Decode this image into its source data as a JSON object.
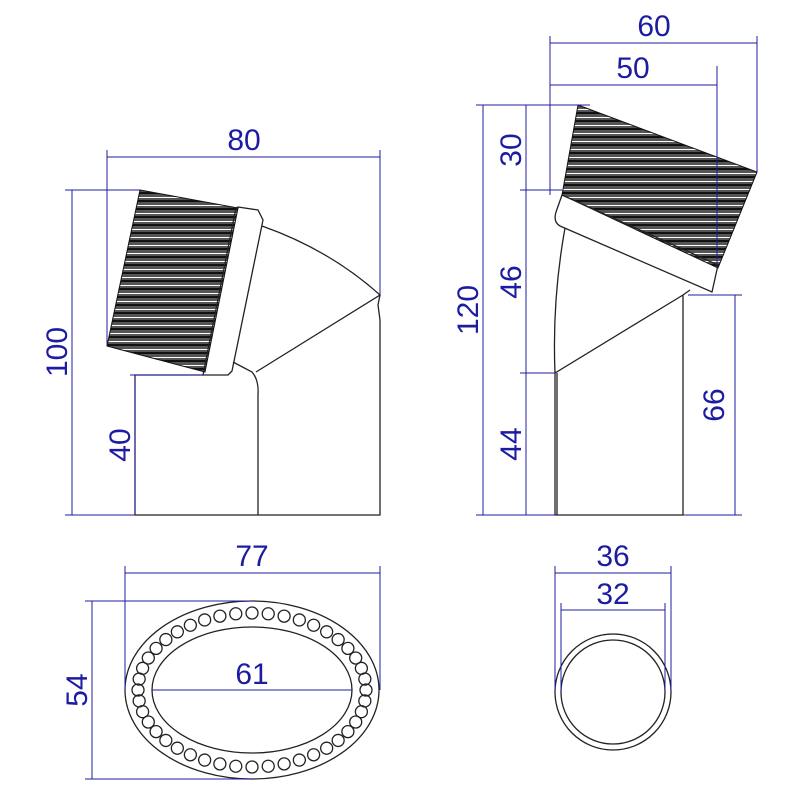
{
  "drawing": {
    "side_view": {
      "width": "80",
      "height": "100",
      "tube_height": "40"
    },
    "front_view": {
      "outer_width": "60",
      "inner_width": "50",
      "total_height": "120",
      "brush_height": "30",
      "neck_height": "46",
      "tube_height": "44",
      "right_height": "66"
    },
    "brush_face": {
      "outer_width": "77",
      "outer_height": "54",
      "inner_width": "61"
    },
    "tube_end": {
      "outer_diameter": "36",
      "inner_diameter": "32"
    }
  },
  "colors": {
    "dimension": "#1c1ca0",
    "outline": "#222222",
    "bristle": "#333333"
  }
}
